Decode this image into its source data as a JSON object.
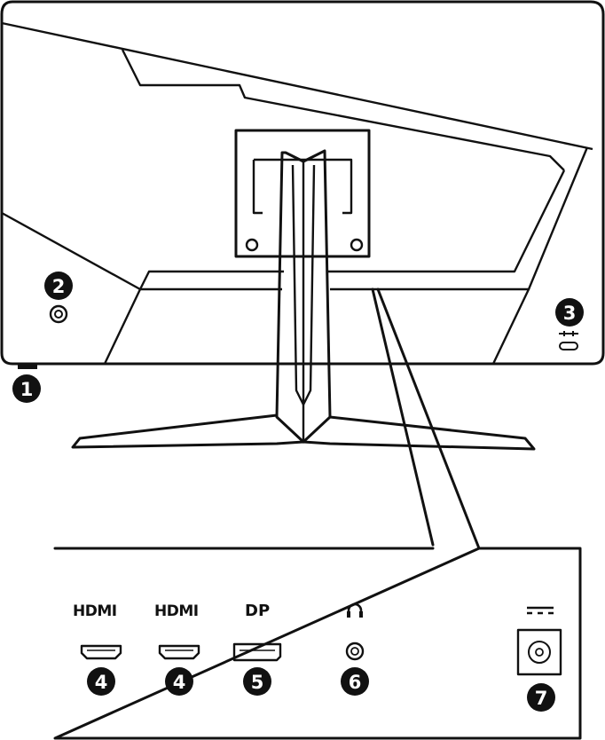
{
  "colors": {
    "ink": "#111111",
    "paper": "#ffffff"
  },
  "callouts": {
    "power_button": "1",
    "headphone_jack_side": "2",
    "kensington_lock": "3",
    "hdmi_1": "4",
    "hdmi_2": "4",
    "displayport": "5",
    "headphone_out": "6",
    "dc_in": "7"
  },
  "port_labels": {
    "hdmi_1": "HDMI",
    "hdmi_2": "HDMI",
    "displayport": "DP"
  },
  "icons": {
    "headphone": "headphone-icon",
    "dc_power": "dc-power-icon",
    "kensington": "kensington-lock-icon"
  }
}
